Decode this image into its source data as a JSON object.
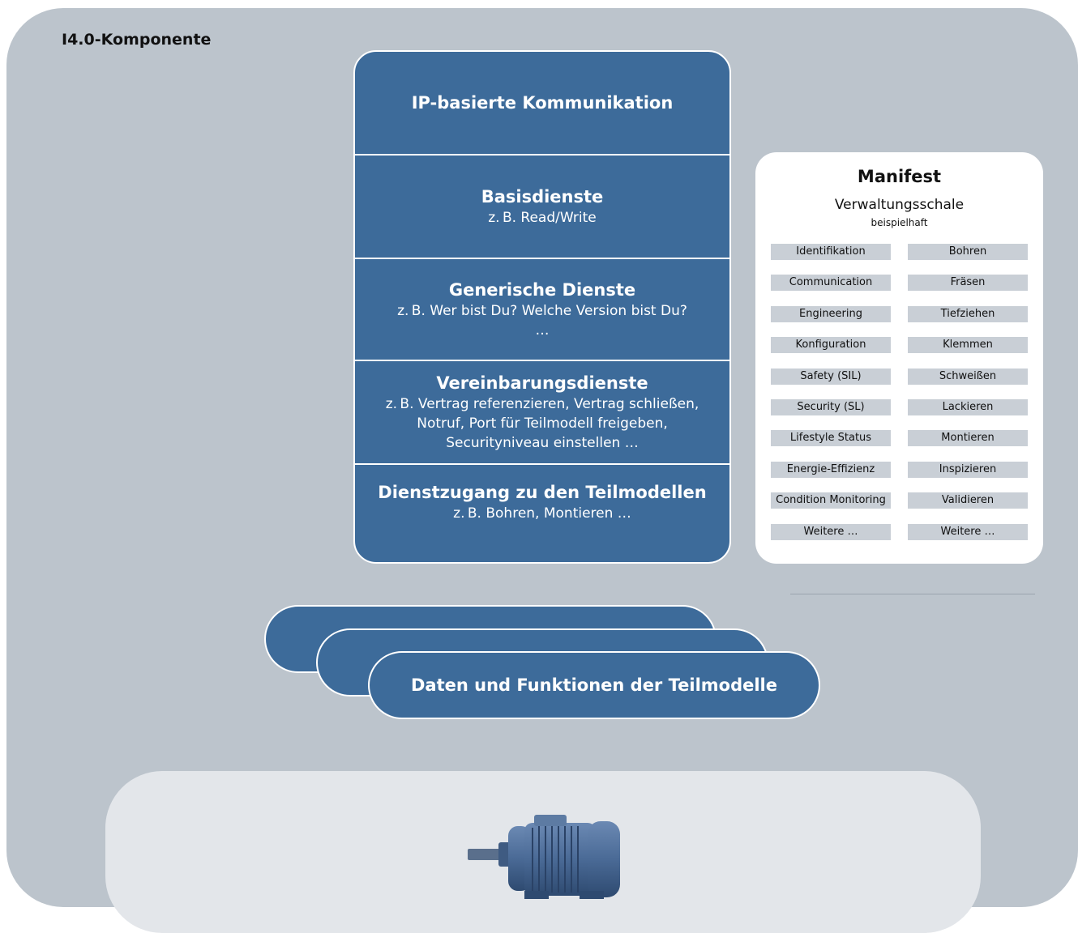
{
  "component_label": "I4.0-Komponente",
  "layers": [
    {
      "title": "IP-basierte Kommunikation",
      "sub": []
    },
    {
      "title": "Basisdienste",
      "sub": [
        "z. B. Read/Write"
      ]
    },
    {
      "title": "Generische Dienste",
      "sub": [
        "z. B. Wer bist Du? Welche Version bist Du?",
        "…"
      ]
    },
    {
      "title": "Vereinbarungsdienste",
      "sub": [
        "z. B. Vertrag referenzieren, Vertrag schließen,",
        "Notruf, Port für Teilmodell freigeben,",
        "Securityniveau einstellen …"
      ]
    },
    {
      "title": "Dienstzugang zu den Teilmodellen",
      "sub": [
        "z. B. Bohren, Montieren …"
      ]
    }
  ],
  "manifest": {
    "title": "Manifest",
    "subtitle": "Verwaltungsschale",
    "note": "beispielhaft",
    "left": [
      "Identifikation",
      "Communication",
      "Engineering",
      "Konfiguration",
      "Safety (SIL)",
      "Security (SL)",
      "Lifestyle Status",
      "Energie-Effizienz",
      "Condition Monitoring",
      "Weitere …"
    ],
    "right": [
      "Bohren",
      "Fräsen",
      "Tiefziehen",
      "Klemmen",
      "Schweißen",
      "Lackieren",
      "Montieren",
      "Inspizieren",
      "Validieren",
      "Weitere …"
    ]
  },
  "submodels_label": "Daten und Funktionen der Teilmodelle",
  "colors": {
    "primary": "#3d6b9a",
    "frame": "#bcc4cc",
    "asset": "#e3e6ea",
    "cell": "#c9cfd6"
  }
}
